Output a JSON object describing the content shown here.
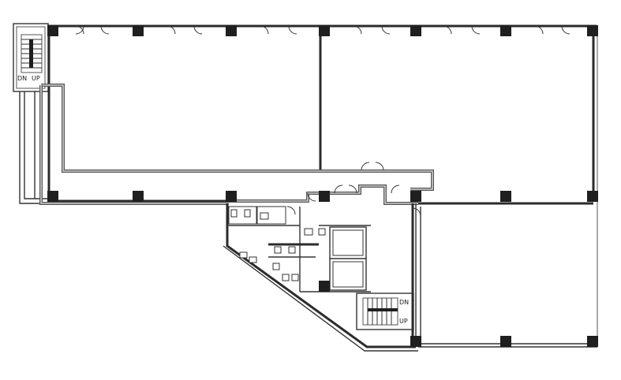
{
  "stair_left": {
    "down": "DN",
    "up": "UP"
  },
  "stair_bottom": {
    "down": "DN",
    "up": "UP"
  }
}
